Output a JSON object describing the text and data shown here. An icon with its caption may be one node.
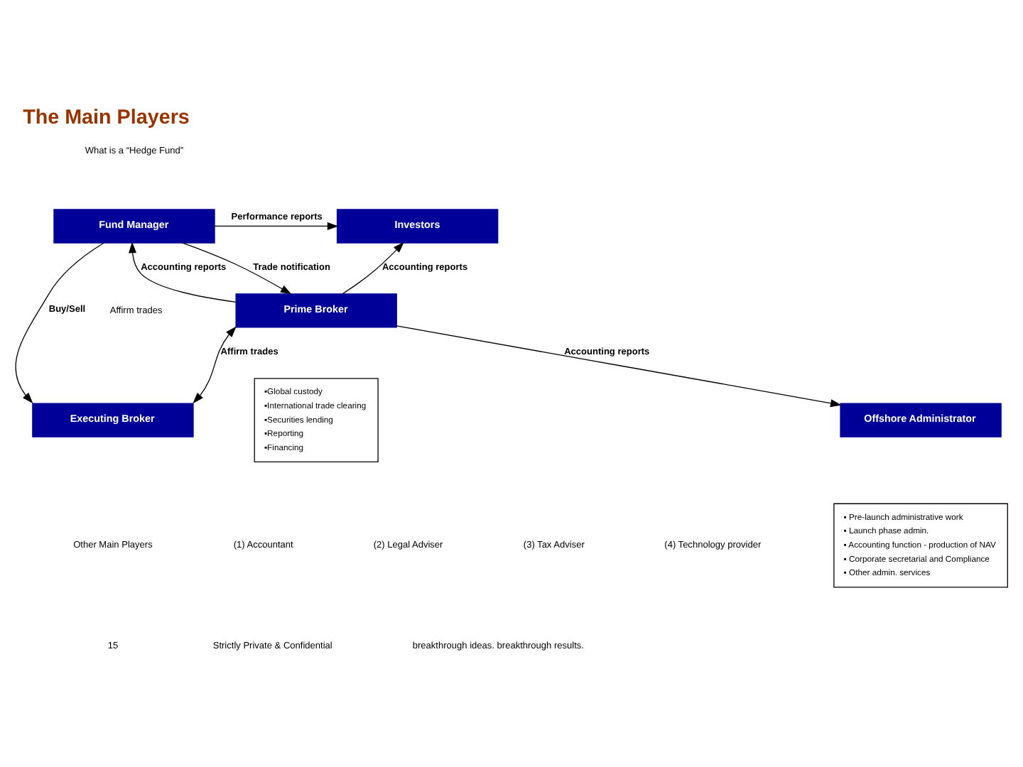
{
  "diagram": {
    "title": "The Main Players",
    "nodes": [
      {
        "text": [
          "Fund Manager"
        ]
      },
      {
        "text": [
          "Investors"
        ]
      },
      {
        "text": [
          "Prime Broker"
        ]
      },
      {
        "text": [
          "▪Global custody",
          "▪International trade clearing",
          "▪Securities lending",
          "▪Reporting",
          "▪Financing"
        ]
      },
      {
        "text": [
          "Executing Broker"
        ]
      },
      {
        "text": [
          "Offshore Administrator"
        ]
      },
      {
        "text": [
          "▪ Pre-launch administrative work",
          "▪ Launch phase admin.",
          "▪ Accounting function - production of NAV",
          "▪ Corporate secretarial and Compliance",
          "▪ Other admin. services"
        ]
      }
    ],
    "edges": [
      {
        "from": 0,
        "to": 1,
        "arrow": "to",
        "label": "Performance reports"
      },
      {
        "from": 0,
        "to": 2,
        "arrow": "to",
        "label": "Trade notification"
      },
      {
        "from": 2,
        "to": 0,
        "arrow": "to",
        "label": "Accounting reports"
      },
      {
        "from": 2,
        "to": 1,
        "arrow": "to",
        "label": "Accounting reports"
      },
      {
        "from": 0,
        "to": 4,
        "arrow": "to",
        "label": "Buy/Sell"
      },
      {
        "from": 4,
        "to": 2,
        "arrow": "both",
        "label": "Affirm trades"
      },
      {
        "from": 2,
        "to": 5,
        "arrow": "to",
        "label": "Accounting reports"
      }
    ],
    "labels": [
      "What is a “Hedge Fund”",
      "Affirm trades",
      "Other Main Players",
      "(1) Accountant",
      "(2) Legal Adviser",
      "(3) Tax Adviser",
      "(4) Technology provider",
      "15",
      "Strictly Private & Confidential",
      "breakthrough ideas. breakthrough results."
    ]
  }
}
